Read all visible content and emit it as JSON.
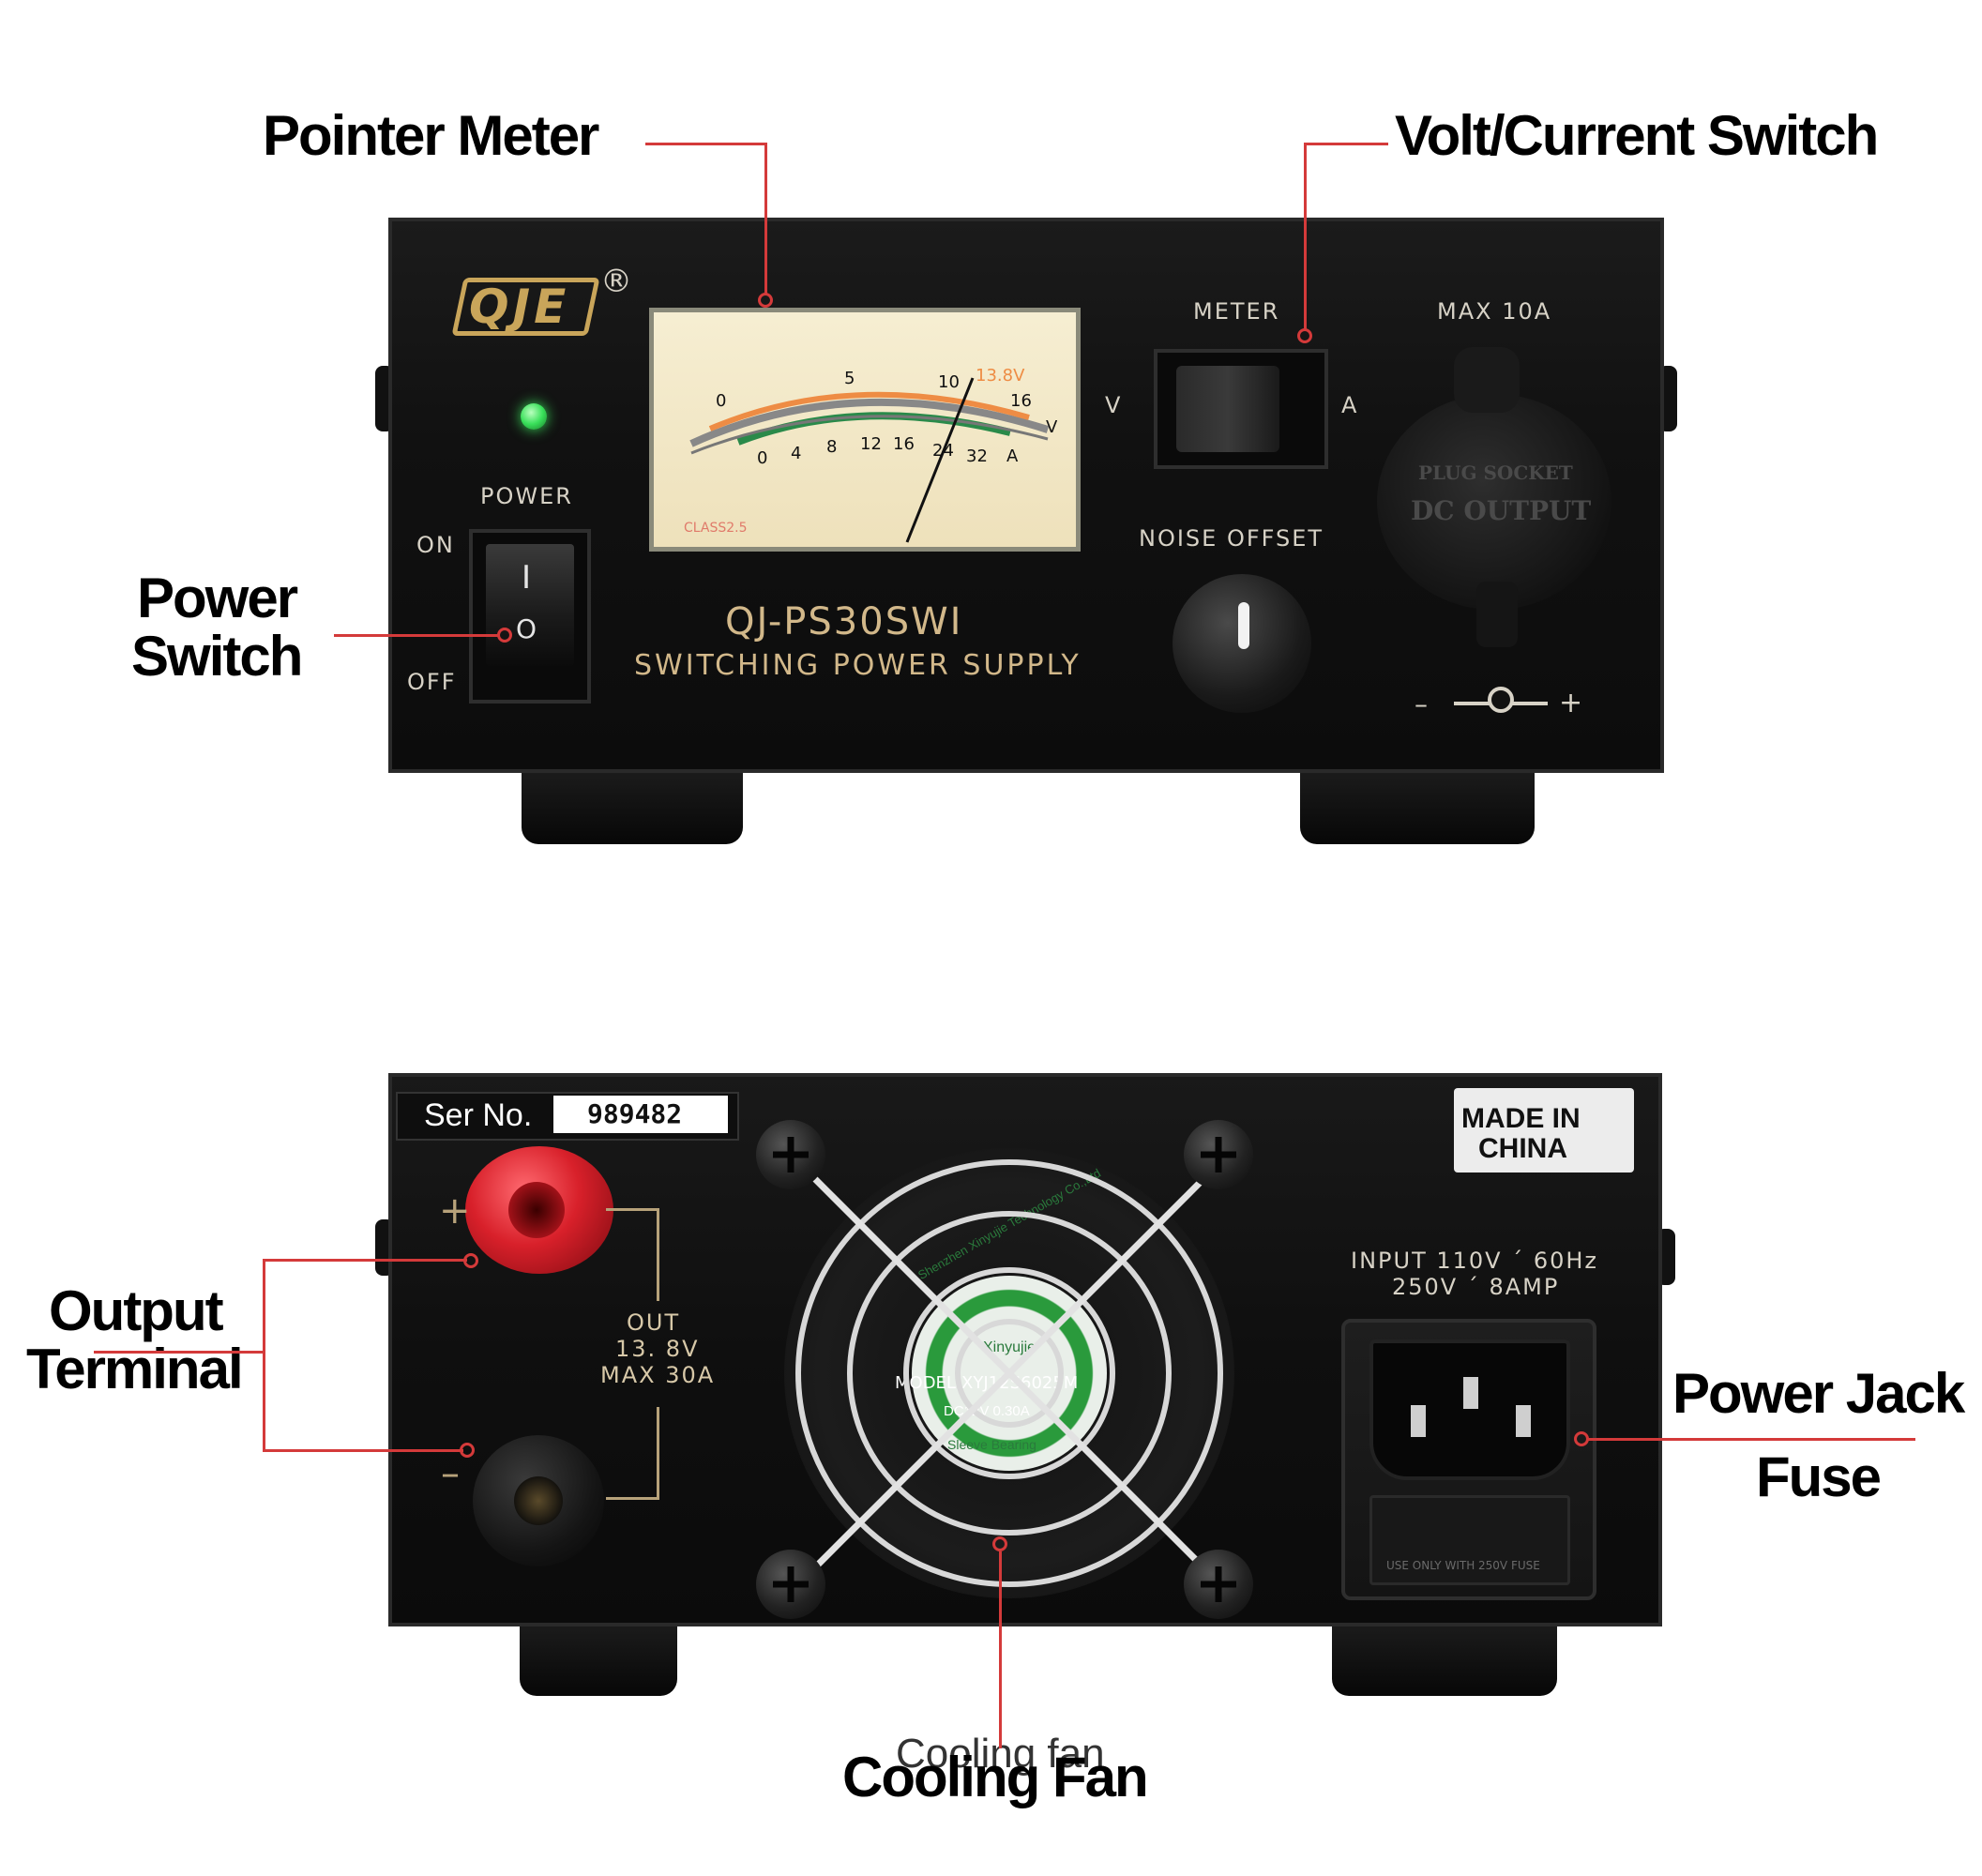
{
  "callouts": {
    "pointer_meter": "Pointer Meter",
    "volt_current_switch": "Volt/Current Switch",
    "power_switch_1": "Power",
    "power_switch_2": "Switch",
    "output_terminal_1": "Output",
    "output_terminal_2": "Terminal",
    "power_jack": "Power Jack",
    "fuse": "Fuse",
    "cooling_fan": "Cooling Fan",
    "cooling_fan_ghost": "Cooling fan"
  },
  "front_panel": {
    "brand_logo": "QJE",
    "registered": "®",
    "power_label": "POWER",
    "on_label": "ON",
    "off_label": "OFF",
    "switch_on_mark": "I",
    "switch_off_mark": "O",
    "meter_label": "METER",
    "meter_v": "V",
    "meter_a": "A",
    "max_label": "MAX  10A",
    "noise_offset_label": "NOISE  OFFSET",
    "model": "QJ-PS30SWI",
    "subtitle": "SWITCHING POWER SUPPLY",
    "plug_socket_1": "PLUG SOCKET",
    "plug_socket_2": "DC OUTPUT",
    "dc_minus": "–",
    "dc_plus": "+",
    "meter_face": {
      "volt_ticks": [
        "0",
        "5",
        "10",
        "16"
      ],
      "volt_unit": "V",
      "highlight": "13.8V",
      "amp_ticks": [
        "0",
        "4",
        "8",
        "12",
        "16",
        "24",
        "32"
      ],
      "amp_unit": "A",
      "class": "CLASS2.5"
    }
  },
  "rear_panel": {
    "serial_label": "Ser No.",
    "serial_number": "989482",
    "made_in_1": "MADE IN",
    "made_in_2": "CHINA",
    "plus_mark": "+",
    "minus_mark": "–",
    "out_1": "OUT",
    "out_2": "13. 8V",
    "out_3": "MAX  30A",
    "input_1": "INPUT  110V ´ 60Hz",
    "input_2": "250V ´ 8AMP",
    "fuse_note": "USE ONLY WITH 250V FUSE",
    "fan_sticker": {
      "ring": "Shenzhen Xinyujie Technology Co.,Ltd",
      "brand": "Xinyujie",
      "model": "MODEL:XYJ12S6025M",
      "rating": "DC12V  0.30A",
      "bearing": "Sleeve Bearing"
    }
  },
  "colors": {
    "accent_red": "#d43a3a",
    "panel_black": "#151515",
    "meter_face": "#f1e6c4",
    "led_green": "#39e05a",
    "binding_red": "#d8202a",
    "fan_green": "#2a9a3c",
    "logo_gold": "#c9a55a"
  }
}
